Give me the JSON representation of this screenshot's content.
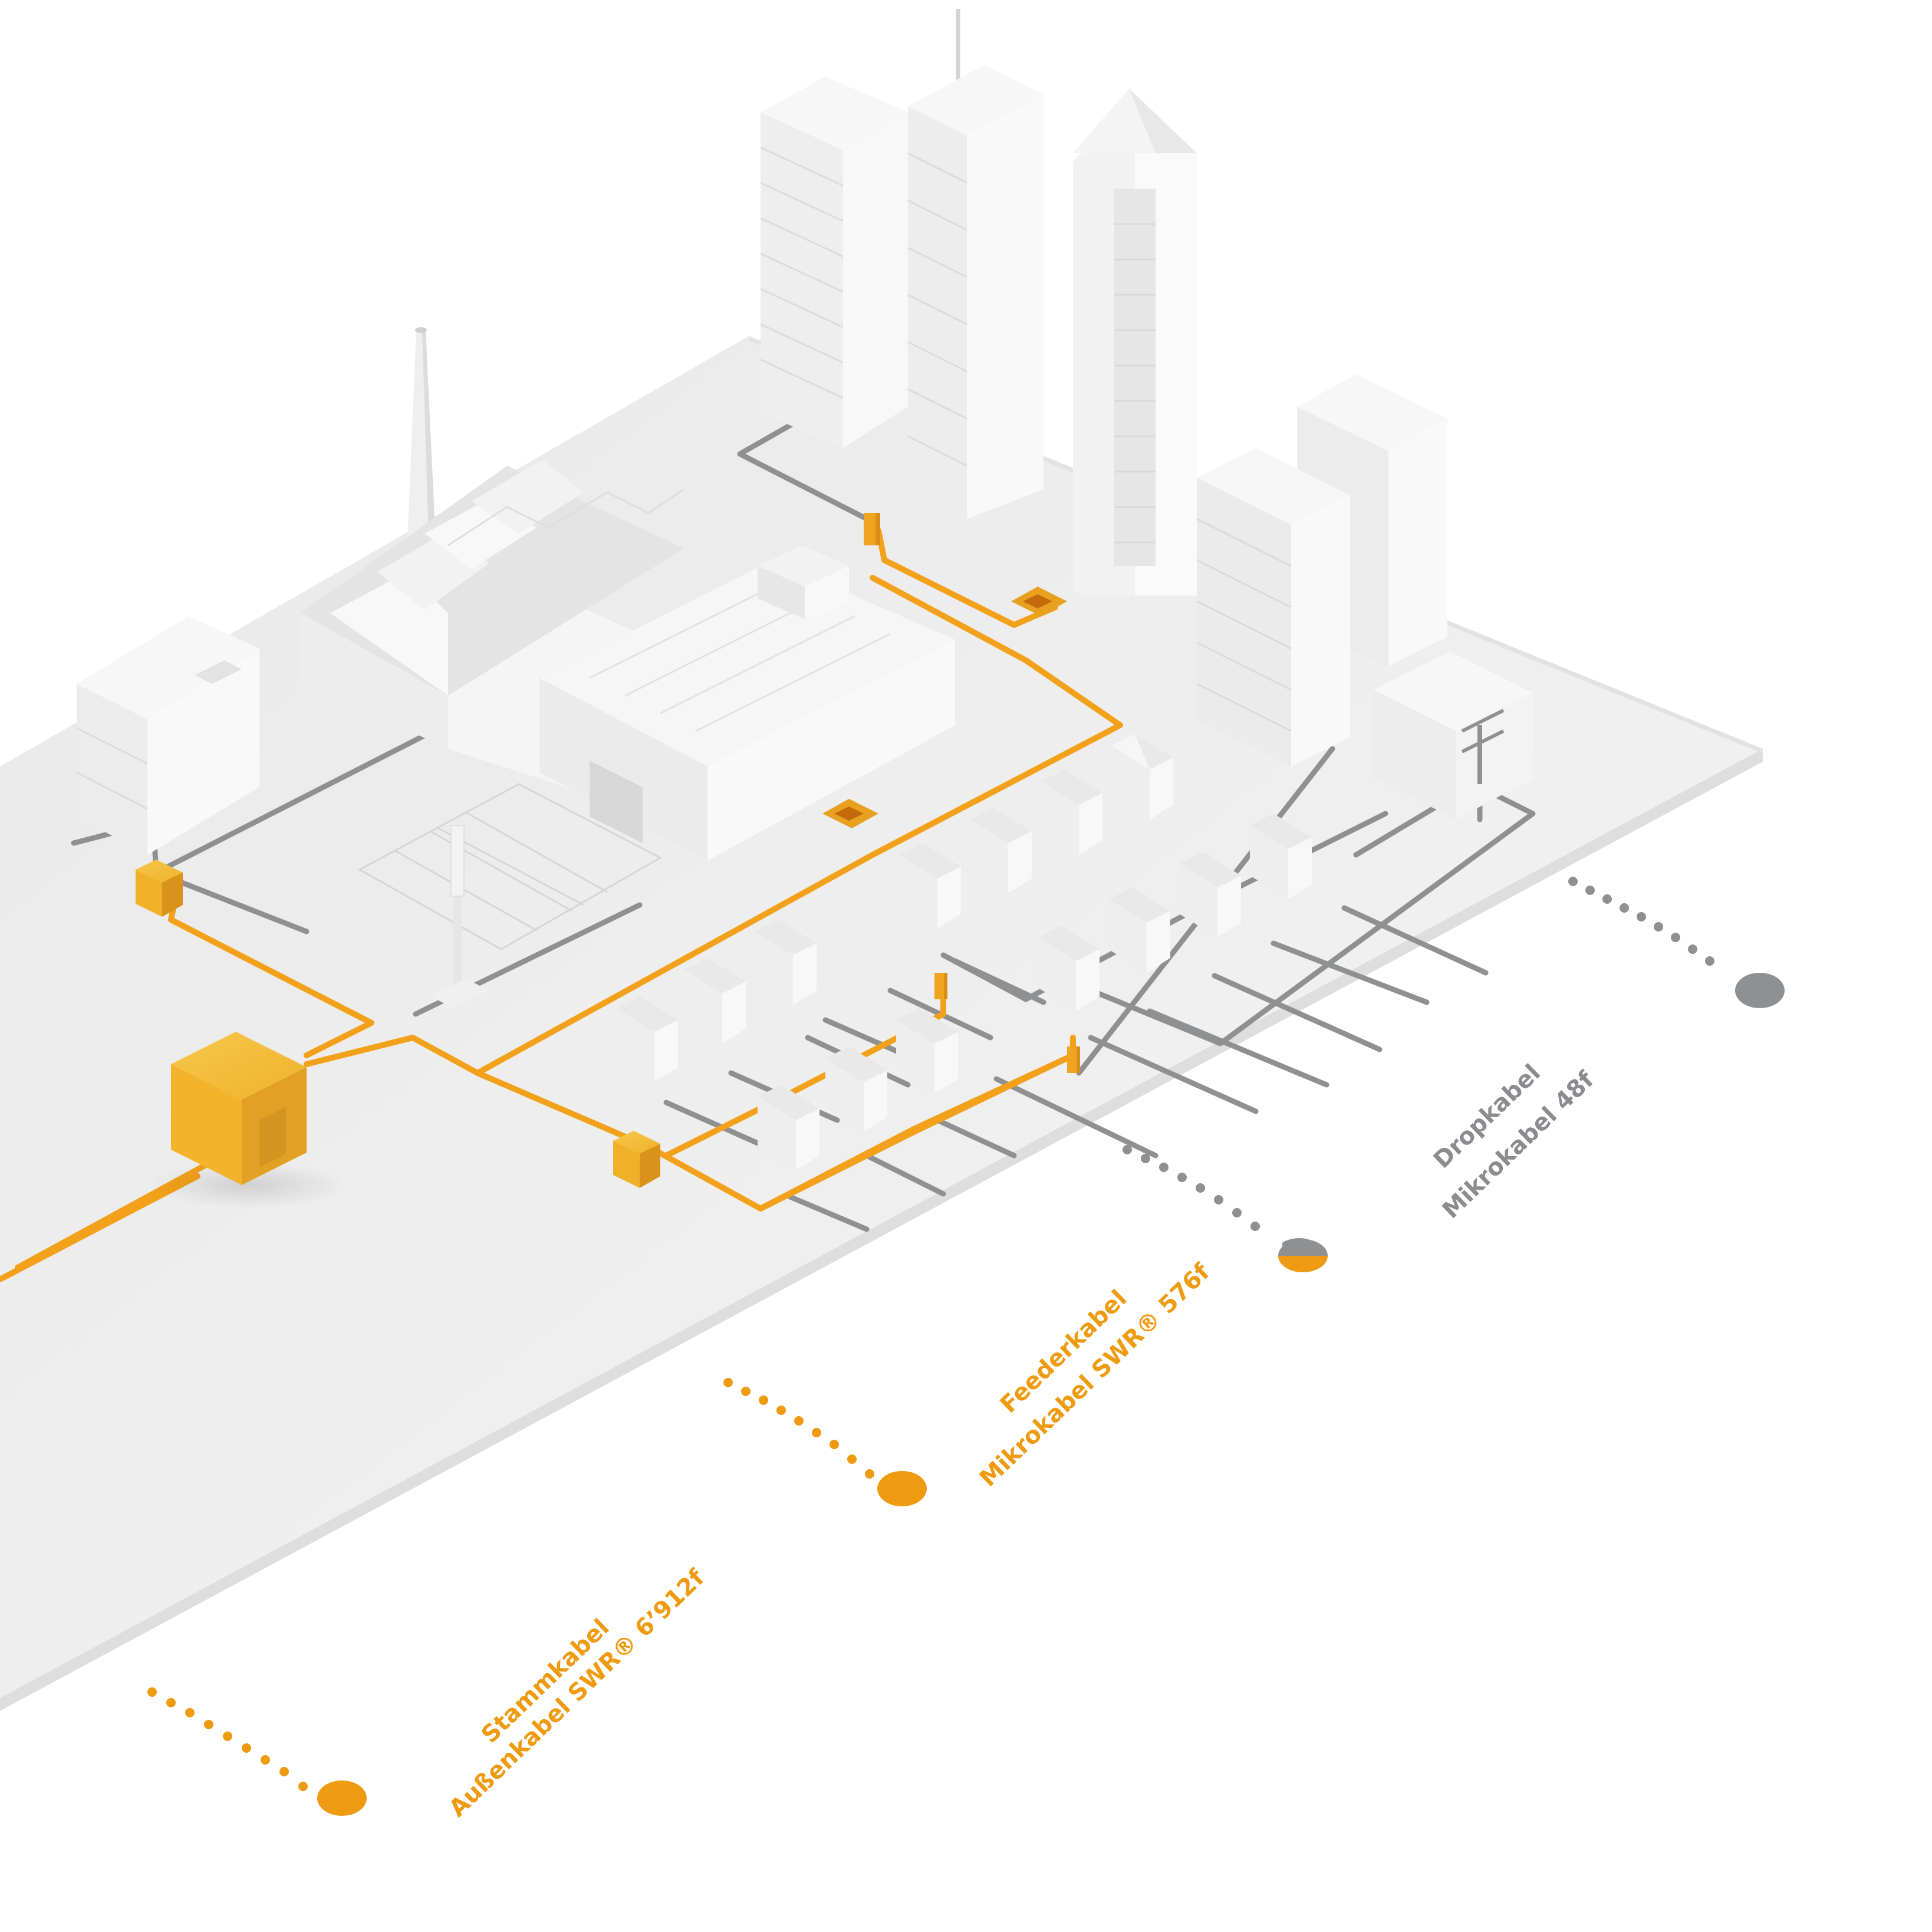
{
  "colors": {
    "background": "#ffffff",
    "ground": "#eeeeee",
    "building": "#f1f1f1",
    "accent_orange": "#f3a11b",
    "distribution_box": "#e8a820",
    "cable_grey": "#8f9092",
    "label_orange": "#ef9b12",
    "label_grey": "#8a8c8f"
  },
  "legend": [
    {
      "id": "drop",
      "category": "Dropkabel",
      "product": "Mikrokabel 48f",
      "color": "grey",
      "marker": "split-grey-orange-dot"
    },
    {
      "id": "feeder",
      "category": "Feederkabel",
      "product": "Mikrokabel SWR® 576f",
      "color": "orange",
      "marker": "orange-dot"
    },
    {
      "id": "trunk",
      "category": "Stammkabel",
      "product": "Außenkabel SWR® 6’912f",
      "color": "orange",
      "marker": "orange-dot"
    }
  ]
}
